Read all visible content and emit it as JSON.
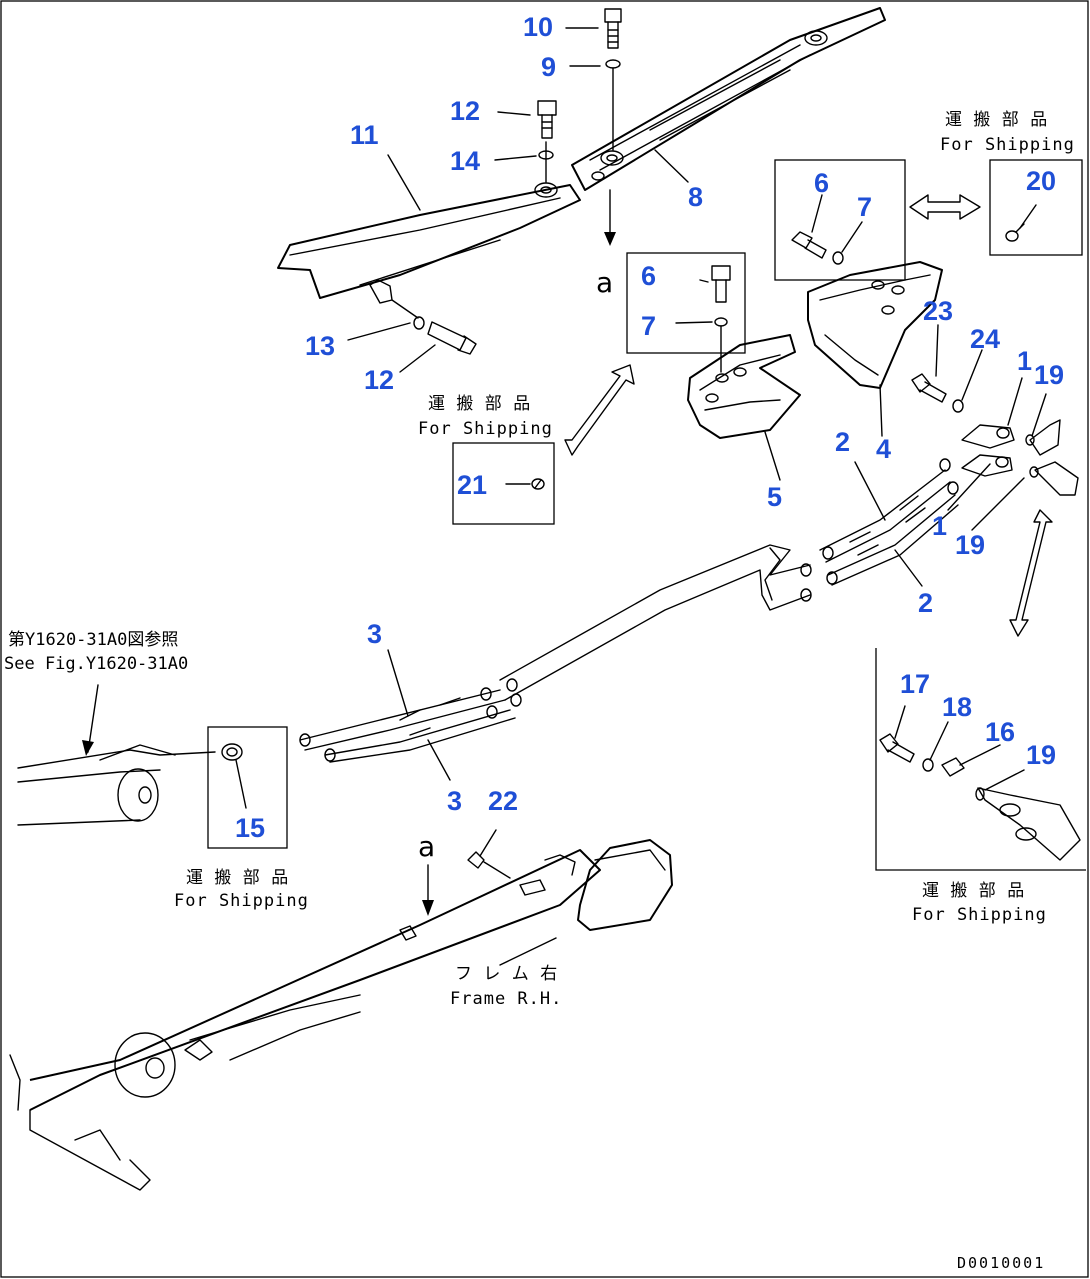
{
  "callouts": [
    {
      "id": "c10",
      "text": "10"
    },
    {
      "id": "c9",
      "text": "9"
    },
    {
      "id": "c12a",
      "text": "12"
    },
    {
      "id": "c11",
      "text": "11"
    },
    {
      "id": "c14",
      "text": "14"
    },
    {
      "id": "c8",
      "text": "8"
    },
    {
      "id": "c6a",
      "text": "6"
    },
    {
      "id": "c7a",
      "text": "7"
    },
    {
      "id": "c20",
      "text": "20"
    },
    {
      "id": "c6b",
      "text": "6"
    },
    {
      "id": "c7b",
      "text": "7"
    },
    {
      "id": "c13",
      "text": "13"
    },
    {
      "id": "c12b",
      "text": "12"
    },
    {
      "id": "c23",
      "text": "23"
    },
    {
      "id": "c24",
      "text": "24"
    },
    {
      "id": "c1a",
      "text": "1"
    },
    {
      "id": "c19a",
      "text": "19"
    },
    {
      "id": "c2a",
      "text": "2"
    },
    {
      "id": "c4",
      "text": "4"
    },
    {
      "id": "c21",
      "text": "21"
    },
    {
      "id": "c5",
      "text": "5"
    },
    {
      "id": "c1b",
      "text": "1"
    },
    {
      "id": "c19b",
      "text": "19"
    },
    {
      "id": "c2b",
      "text": "2"
    },
    {
      "id": "c3a",
      "text": "3"
    },
    {
      "id": "c17",
      "text": "17"
    },
    {
      "id": "c18",
      "text": "18"
    },
    {
      "id": "c16",
      "text": "16"
    },
    {
      "id": "c19c",
      "text": "19"
    },
    {
      "id": "c15",
      "text": "15"
    },
    {
      "id": "c3b",
      "text": "3"
    },
    {
      "id": "c22",
      "text": "22"
    }
  ],
  "view_marks": {
    "upper": "a",
    "lower": "a"
  },
  "notes": {
    "shipping_top_jp": "運 搬 部 品",
    "shipping_top_en": "For Shipping",
    "shipping_mid_jp": "運 搬 部 品",
    "shipping_mid_en": "For Shipping",
    "shipping_left_jp": "運 搬 部 品",
    "shipping_left_en": "For Shipping",
    "shipping_right_jp": "運 搬 部 品",
    "shipping_right_en": "For Shipping",
    "ref_jp": "第Y1620-31A0図参照",
    "ref_en": "See Fig.Y1620-31A0",
    "frame_jp": "フ レ ム 右",
    "frame_en": "Frame R.H."
  },
  "drawing_code": "D0010001",
  "colors": {
    "callout": "#1f4fd6",
    "line": "#000000",
    "background": "#ffffff"
  }
}
